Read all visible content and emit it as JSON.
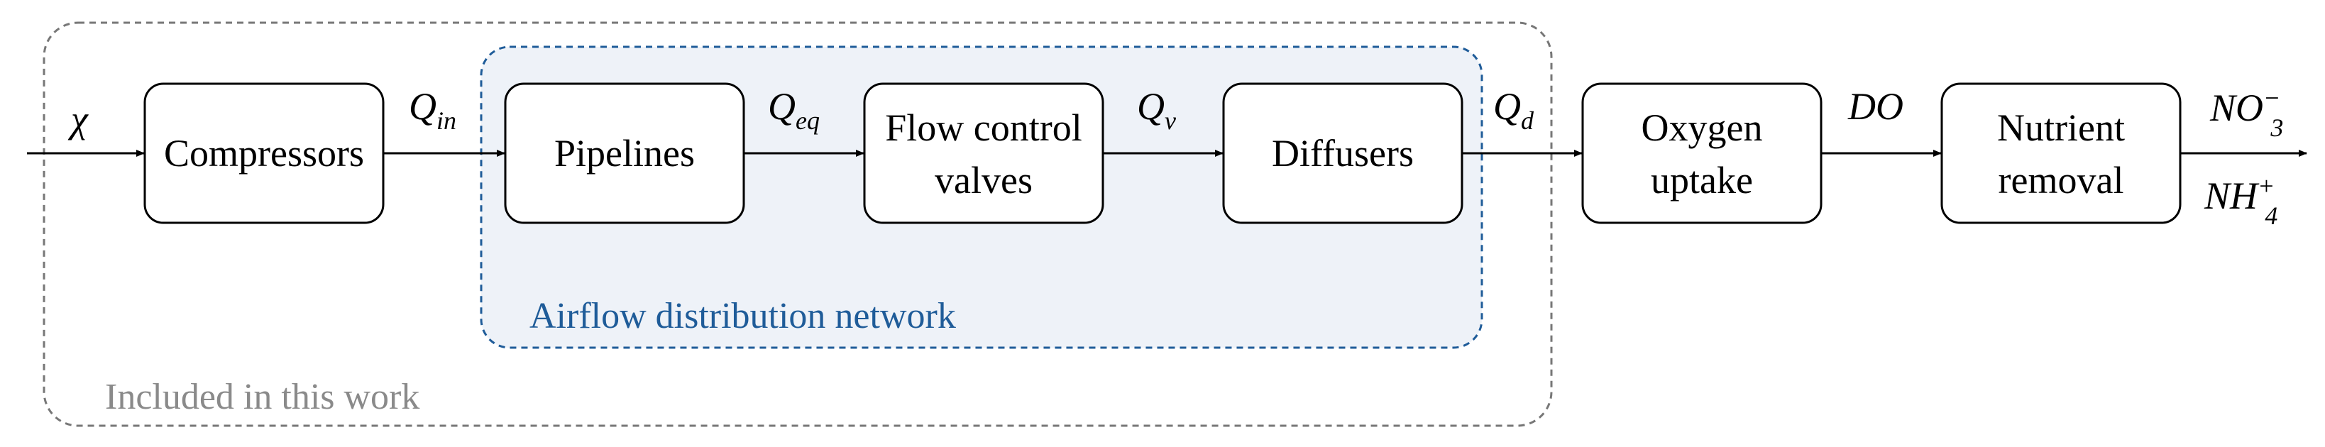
{
  "regions": {
    "included": {
      "label": "Included in this work",
      "stroke": "#777777",
      "text_color": "#8a8a8a"
    },
    "network": {
      "label": "Airflow distribution network",
      "stroke": "#1f5c99",
      "fill": "#eef2f8",
      "text_color": "#1f5c99"
    }
  },
  "blocks": [
    {
      "id": "compressors",
      "lines": [
        "Compressors"
      ]
    },
    {
      "id": "pipelines",
      "lines": [
        "Pipelines"
      ]
    },
    {
      "id": "flow-control-valves",
      "lines": [
        "Flow control",
        "valves"
      ]
    },
    {
      "id": "diffusers",
      "lines": [
        "Diffusers"
      ]
    },
    {
      "id": "oxygen-uptake",
      "lines": [
        "Oxygen",
        "uptake"
      ]
    },
    {
      "id": "nutrient-removal",
      "lines": [
        "Nutrient",
        "removal"
      ]
    }
  ],
  "signals": {
    "input": {
      "base": "χ",
      "sub": ""
    },
    "q_in": {
      "base": "Q",
      "sub": "in"
    },
    "q_eq": {
      "base": "Q",
      "sub": "eq"
    },
    "q_v": {
      "base": "Q",
      "sub": "v"
    },
    "q_d": {
      "base": "Q",
      "sub": "d"
    },
    "do": {
      "base": "DO",
      "sub": ""
    },
    "no3": {
      "base": "NO",
      "sub": "3",
      "sup": "−"
    },
    "nh4": {
      "base": "NH",
      "sub": "4",
      "sup": "+"
    }
  }
}
